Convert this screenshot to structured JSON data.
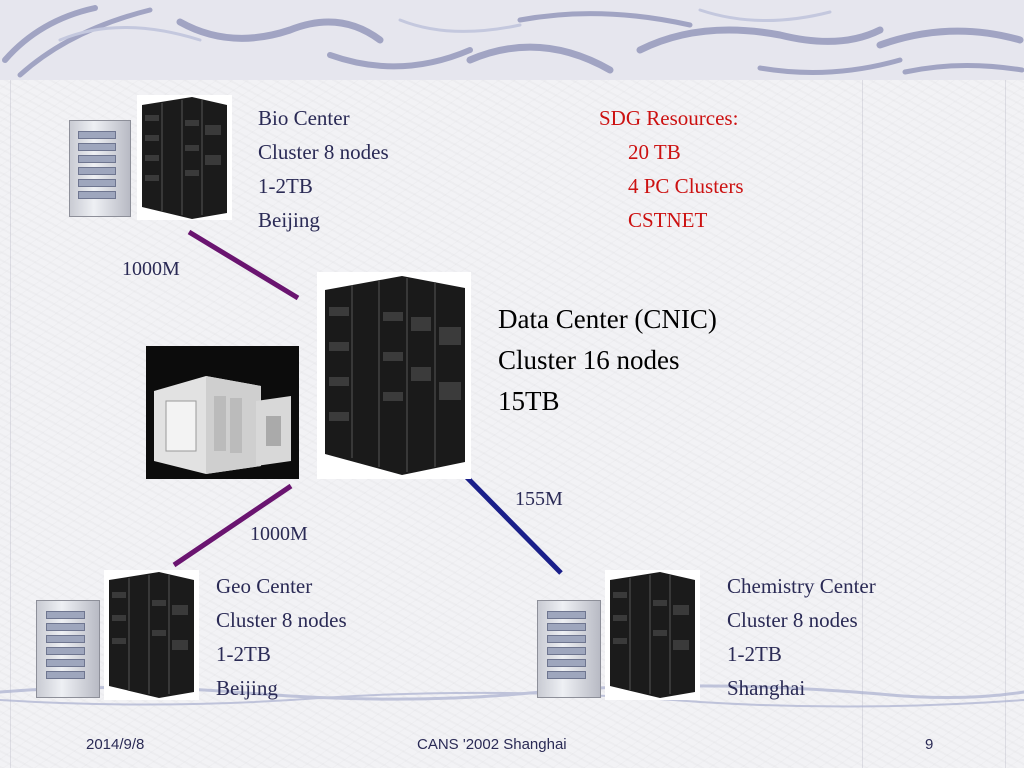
{
  "slide": {
    "bio_center": {
      "lines": [
        "Bio Center",
        "Cluster 8 nodes",
        "1-2TB",
        "Beijing"
      ]
    },
    "sdg_resources": {
      "title": "SDG Resources:",
      "items": [
        "20 TB",
        "4 PC Clusters",
        "CSTNET"
      ]
    },
    "data_center": {
      "lines": [
        "Data Center (CNIC)",
        "Cluster 16 nodes",
        "15TB"
      ]
    },
    "geo_center": {
      "lines": [
        "Geo Center",
        "Cluster 8 nodes",
        "1-2TB",
        "Beijing"
      ]
    },
    "chemistry_center": {
      "lines": [
        "Chemistry Center",
        "Cluster 8 nodes",
        "1-2TB",
        "Shanghai"
      ]
    },
    "links": {
      "bio_link": "1000M",
      "geo_link": "1000M",
      "chem_link": "155M"
    },
    "colors": {
      "link_1000m": "#6a1470",
      "link_155m": "#1a1f8a",
      "body_text": "#2a2a55",
      "highlight_text": "#cc1111"
    }
  },
  "footer": {
    "date": "2014/9/8",
    "title": "CANS '2002  Shanghai",
    "page": "9"
  }
}
